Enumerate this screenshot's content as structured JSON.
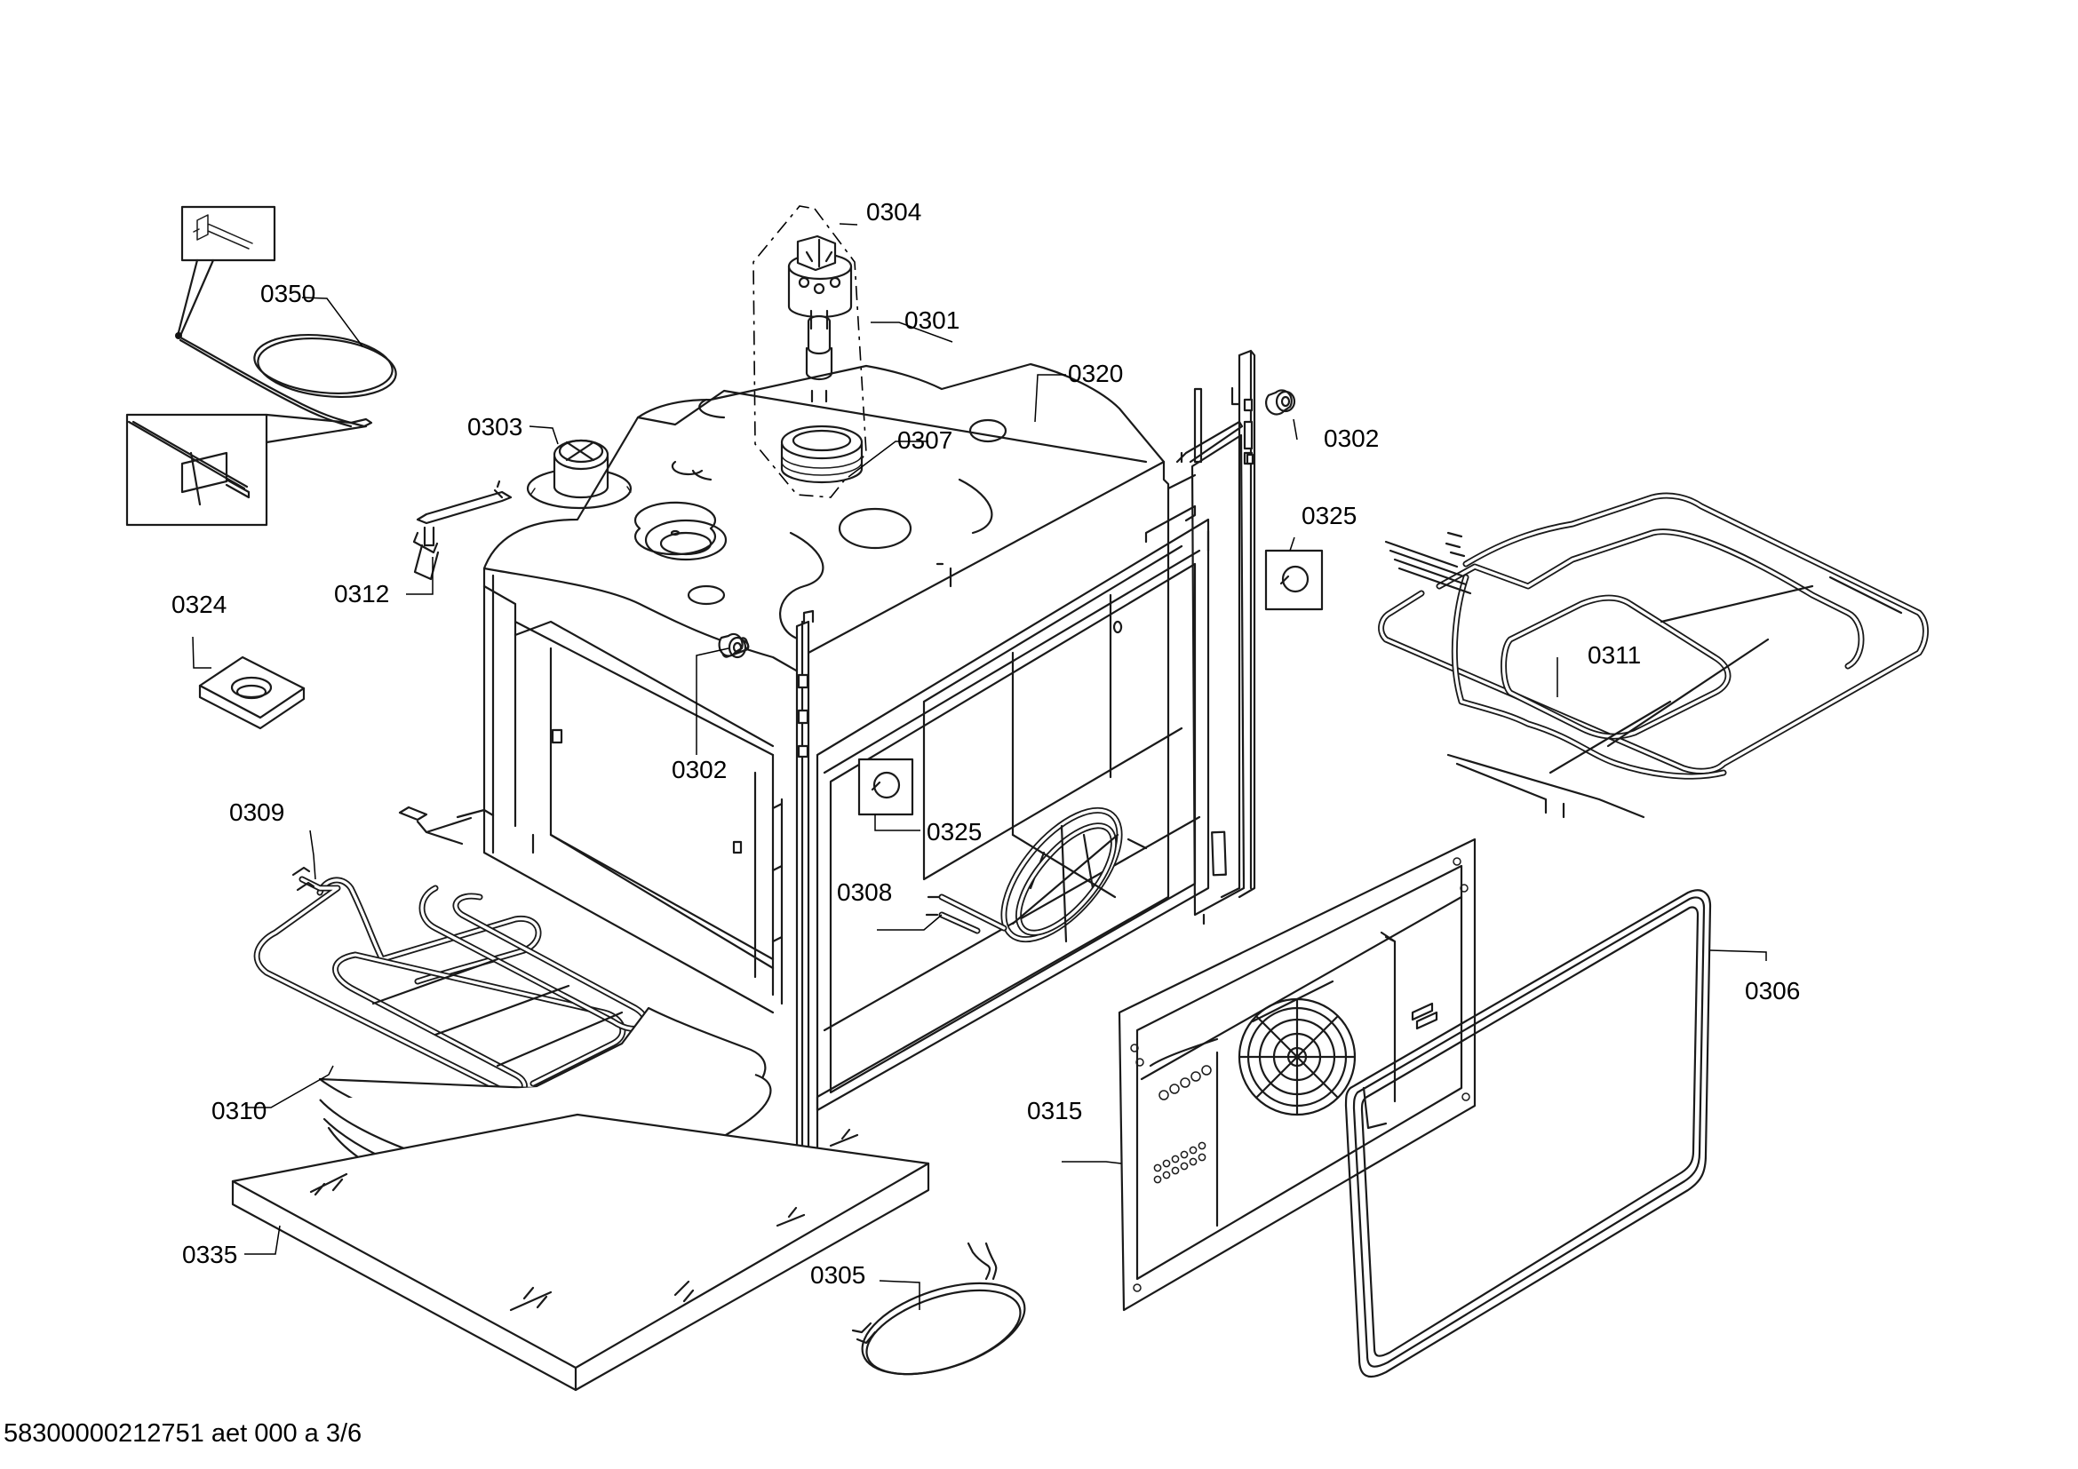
{
  "labels": {
    "p0304": "0304",
    "p0350": "0350",
    "p0301": "0301",
    "p0320": "0320",
    "p0303": "0303",
    "p0307": "0307",
    "p0302_right": "0302",
    "p0325_right": "0325",
    "p0312": "0312",
    "p0324": "0324",
    "p0311": "0311",
    "p0302_center": "0302",
    "p0309": "0309",
    "p0325_center": "0325",
    "p0308": "0308",
    "p0306": "0306",
    "p0310": "0310",
    "p0315": "0315",
    "p0335": "0335",
    "p0305": "0305"
  },
  "footer": "58300000212751 aet 000 a 3/6"
}
